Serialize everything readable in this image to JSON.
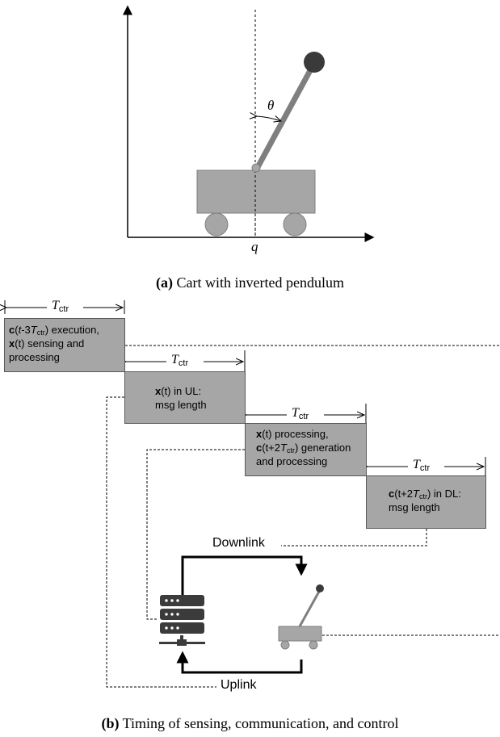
{
  "part_a": {
    "theta_label": "θ",
    "q_label": "q",
    "caption_prefix": "(a)",
    "caption_text": " Cart with inverted pendulum"
  },
  "part_b": {
    "period_symbol": "T",
    "period_subscript": "ctr",
    "boxes": [
      {
        "l1_bold": "c",
        "l1_rest_a": "(",
        "l1_it": "t",
        "l1_rest_b": "-3",
        "l1_T": "T",
        "l1_sub": "ctr",
        "l1_end": ") execution,",
        "l2_bold": "x",
        "l2_rest": "(t) sensing and",
        "l3": "processing"
      },
      {
        "l1_bold": "x",
        "l1_rest": "(t) in UL:",
        "l2": "msg length"
      },
      {
        "l1_bold": "x",
        "l1_rest": "(t) processing,",
        "l2_bold": "c",
        "l2_a": "(t+2",
        "l2_T": "T",
        "l2_sub": "ctr",
        "l2_end": ") generation",
        "l3": "and processing"
      },
      {
        "l1_bold": "c",
        "l1_a": "(t+2",
        "l1_T": "T",
        "l1_sub": "ctr",
        "l1_end": ") in DL:",
        "l2": "msg length"
      }
    ],
    "downlink_label": "Downlink",
    "uplink_label": "Uplink",
    "caption_prefix": "(b)",
    "caption_text": " Timing of sensing, communication, and control"
  },
  "colors": {
    "cart_gray": "#a6a6a6",
    "box_gray": "#a6a6a6",
    "ball_dark": "#3a3a3a",
    "server_dark": "#3b3b3b"
  }
}
